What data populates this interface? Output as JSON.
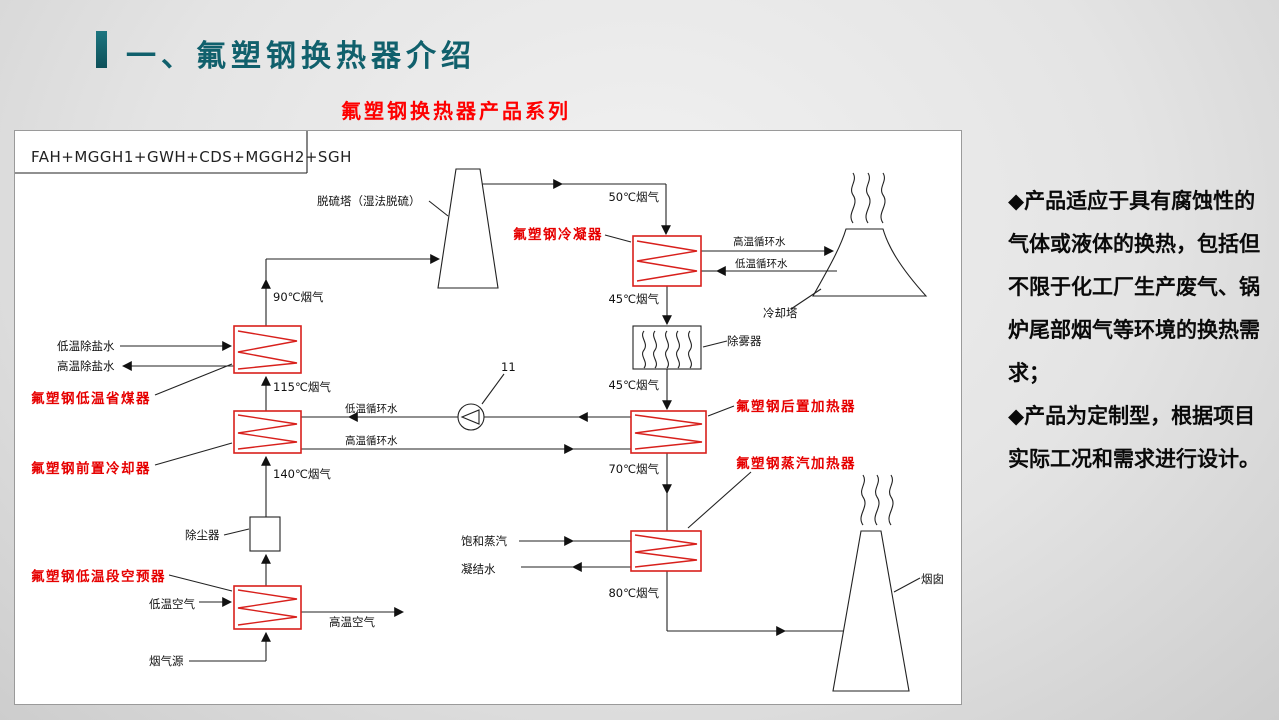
{
  "slide": {
    "title": "一、氟塑钢换热器介绍",
    "subtitle": "氟塑钢换热器产品系列"
  },
  "diagram": {
    "formula": "FAH+MGGH1+GWH+CDS+MGGH2+SGH",
    "labels": {
      "desulf_tower": "脱硫塔（湿法脱硫）",
      "flue_50": "50℃烟气",
      "condenser": "氟塑钢冷凝器",
      "hot_circ_top": "高温循环水",
      "cold_circ_top": "低温循环水",
      "cooling_tower": "冷却塔",
      "flue_45_upper": "45℃烟气",
      "demister": "除雾器",
      "flue_45_lower": "45℃烟气",
      "flue_90": "90℃烟气",
      "cold_desalted": "低温除盐水",
      "hot_desalted": "高温除盐水",
      "economizer": "氟塑钢低温省煤器",
      "flue_115": "115℃烟气",
      "cold_circ_mid": "低温循环水",
      "pump_tag": "11",
      "reheater": "氟塑钢后置加热器",
      "hot_circ_mid": "高温循环水",
      "precooler": "氟塑钢前置冷却器",
      "flue_140": "140℃烟气",
      "flue_70": "70℃烟气",
      "steam_heater": "氟塑钢蒸汽加热器",
      "dust_collector": "除尘器",
      "air_preheater": "氟塑钢低温段空预器",
      "sat_steam": "饱和蒸汽",
      "condensate": "凝结水",
      "flue_80": "80℃烟气",
      "cold_air": "低温空气",
      "hot_air": "高温空气",
      "flue_source": "烟气源",
      "chimney": "烟囱"
    }
  },
  "notes": {
    "bullet1": "◆产品适应于具有腐蚀性的气体或液体的换热，包括但不限于化工厂生产废气、锅炉尾部烟气等环境的换热需求；",
    "bullet2": "◆产品为定制型，根据项目实际工况和需求进行设计。"
  },
  "colors": {
    "accent_teal": "#10606c",
    "highlight_red": "#e60000",
    "exchanger_red": "#d8201c",
    "line_black": "#222222"
  }
}
